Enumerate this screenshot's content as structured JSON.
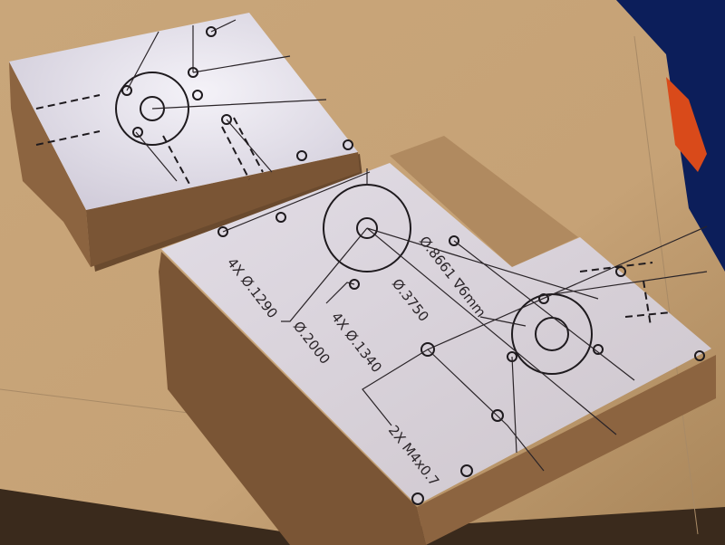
{
  "photo": {
    "colors": {
      "board": "#c9a77b",
      "paper": "#dcd6e0",
      "block_side": "#7a5535",
      "background_blue": "#0c1e5a"
    },
    "annotations": [
      {
        "id": "hole-a",
        "text": "4X Ø.1290"
      },
      {
        "id": "hole-b",
        "text": "Ø.2000"
      },
      {
        "id": "hole-c",
        "text": "4X Ø.1340"
      },
      {
        "id": "hole-d",
        "text": "Ø.3750"
      },
      {
        "id": "hole-e",
        "text": "Ø.8661 ∇6mm"
      },
      {
        "id": "hole-f",
        "text": "2X M4x0.7"
      }
    ]
  }
}
